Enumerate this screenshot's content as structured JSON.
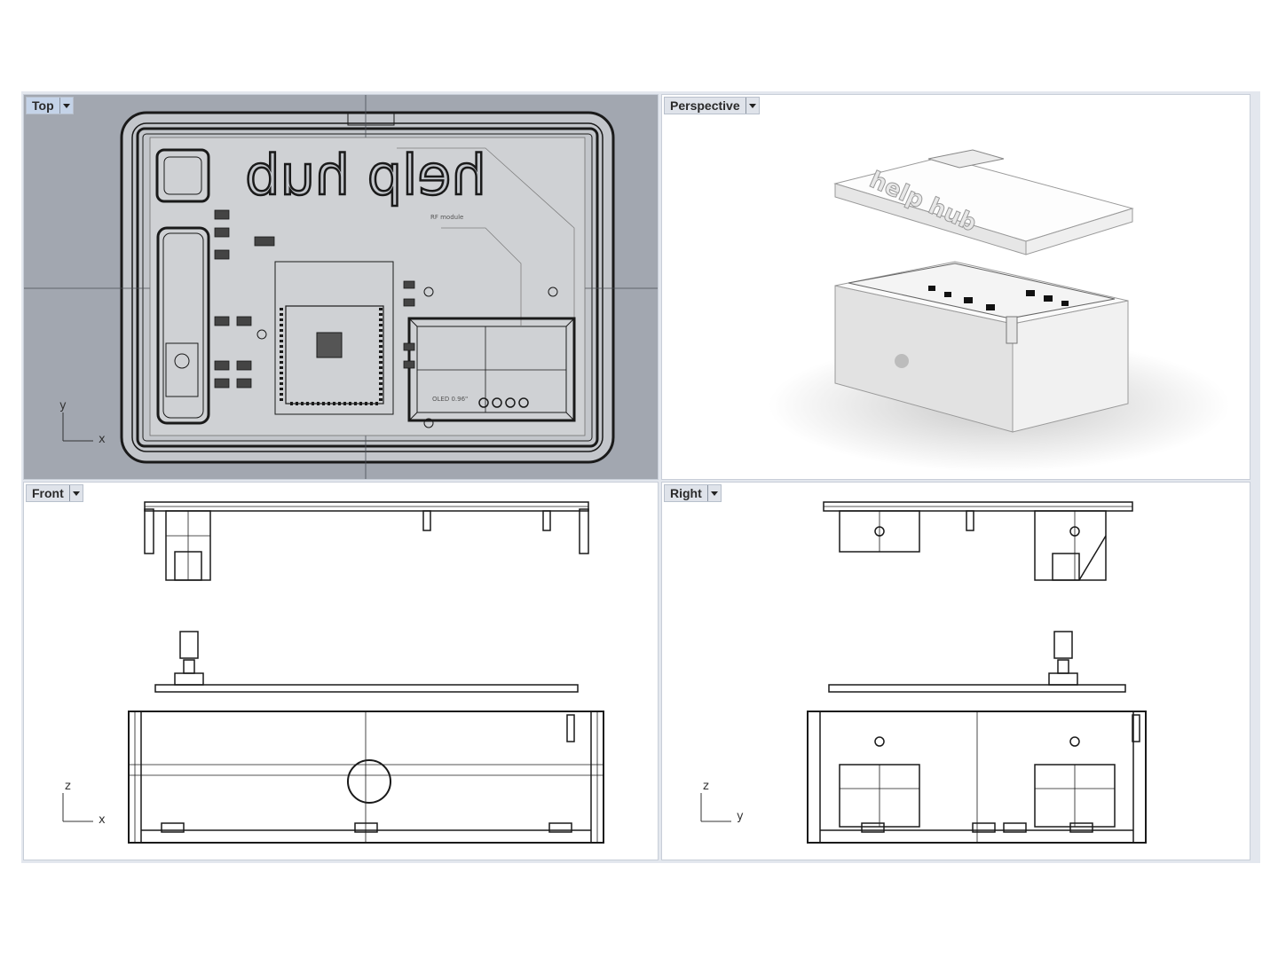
{
  "viewports": {
    "top": {
      "label": "Top"
    },
    "perspective": {
      "label": "Perspective"
    },
    "front": {
      "label": "Front"
    },
    "right": {
      "label": "Right"
    }
  },
  "axes": {
    "top": {
      "h": "x",
      "v": "y"
    },
    "front": {
      "h": "x",
      "v": "z"
    },
    "right": {
      "h": "y",
      "v": "z"
    }
  },
  "model": {
    "lid_text": "help hub",
    "oled_label": "OLED 0.96\"",
    "rf_label": "RF module"
  },
  "colors": {
    "top_viewport_bg": "#a2a7b0",
    "wire": "#1a1a1a",
    "tab_active": "#c4d3e8",
    "tab": "#dfe3ea"
  }
}
